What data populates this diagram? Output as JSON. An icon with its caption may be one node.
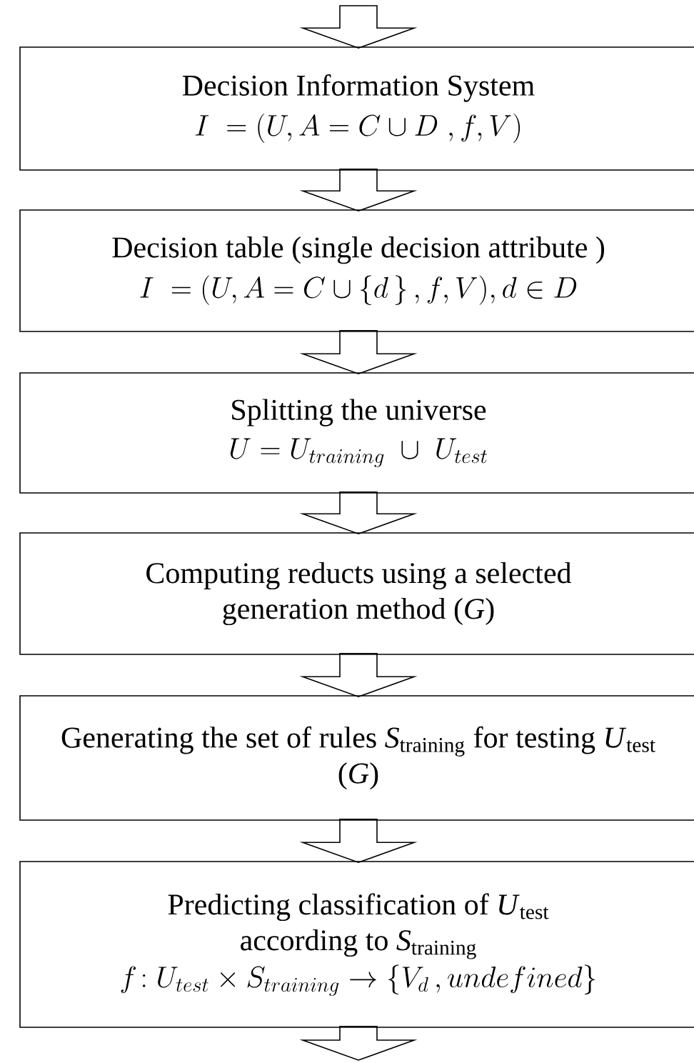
{
  "diagram": {
    "nodes": [
      {
        "text": [
          "Decision Information System",
          "I\\;=(U,A=C\\cup D\\;,f,V)"
        ]
      },
      {
        "text": [
          "Decision table (single decision attribute )",
          "I\\;=(U,A=C\\cup\\{d\\,\\}\\,,f,V),d\\in D"
        ]
      },
      {
        "text": [
          "Splitting the universe",
          "U=U_{training}\\;\\cup\\;U_{test}"
        ]
      },
      {
        "text": [
          "Computing reducts using a selected generation method (*G*)"
        ]
      },
      {
        "text": [
          "Generating the set of rules *S*$_{training}$ for testing *U*$_{test}$ (*G*)"
        ]
      },
      {
        "text": [
          "Predicting classification of *U*$_{test}$ according to *S*$_{training}$",
          "f\\!:U_{test}\\times S_{training}\\rightarrow\\{V_d\\,,undefined\\}"
        ]
      }
    ],
    "edges": [
      {
        "from": null,
        "to": 0,
        "arrow": "to"
      },
      {
        "from": 0,
        "to": 1,
        "arrow": "to"
      },
      {
        "from": 1,
        "to": 2,
        "arrow": "to"
      },
      {
        "from": 2,
        "to": 3,
        "arrow": "to"
      },
      {
        "from": 3,
        "to": 4,
        "arrow": "to"
      },
      {
        "from": 4,
        "to": 5,
        "arrow": "to"
      },
      {
        "from": 5,
        "to": null,
        "arrow": "to"
      }
    ]
  }
}
